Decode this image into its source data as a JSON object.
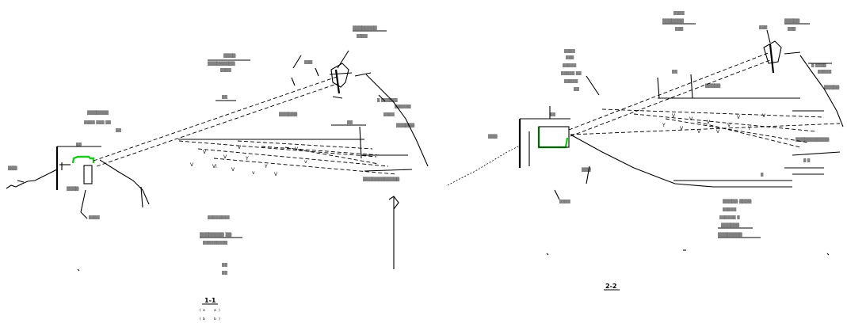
{
  "section_1": {
    "title": "1-1",
    "callouts": {
      "top_right_a": "▒▒▒▒▒▒▒▒",
      "top_right_b": "▒▒▒▒",
      "top_mid_a": "▒▒▒▒",
      "top_mid_b": "▒▒▒▒▒▒▒▒▒",
      "top_mid_c": "▒▒▒▒",
      "left_a": "▒▒▒▒▒▒▒",
      "left_b": "▒▒▒▒ ▒▒▒ ▒▒",
      "left_c": "▒▒",
      "mid_layer": "▒▒▒▒▒▒",
      "right_a": "▒ ▒▒▒▒▒▒",
      "right_b": "▒▒▒▒▒▒",
      "right_c": "▒▒▒▒",
      "right_d": "▒▒▒▒▒▒",
      "right_e": "▒▒▒▒▒▒▒▒▒▒▒▒",
      "far_left": "▒▒▒",
      "bottom_left_a": "▒▒▒▒",
      "bottom_left_b": "▒▒▒▒",
      "bottom_center_a": "▒▒▒▒▒▒▒▒",
      "bottom_center_b": "▒▒▒▒▒▒▒▒ ▒▒",
      "bottom_center_c": "▒▒▒▒▒▒▒▒▒",
      "bottom_center_d": "▒▒",
      "bottom_center_e": "▒▒",
      "dim_a": "▒▒",
      "dim_b": "▒▒",
      "dim_c": "▒▒▒",
      "dim_d": "▒▒"
    },
    "legend": [
      "a",
      "a",
      "b",
      "b"
    ]
  },
  "section_2": {
    "title": "2-2",
    "callouts": {
      "top_a": "▒▒▒▒",
      "top_b": "▒▒▒▒▒▒▒",
      "top_c": "▒▒▒",
      "top_d": "▒▒▒",
      "top_e": "▒▒▒▒▒",
      "top_f": "▒▒▒",
      "left_a": "▒▒▒▒",
      "left_b": "▒▒▒",
      "left_c": "▒▒▒▒▒",
      "left_d": "▒▒▒▒▒ ▒▒",
      "left_e": "▒▒▒▒▒",
      "left_f": "▒▒",
      "mid": "▒▒▒▒▒",
      "far_left": "▒▒▒",
      "right_a": "▒ ▒▒▒▒",
      "right_b": "▒▒▒▒▒",
      "right_c": "▒▒▒▒▒",
      "right_d": "▒▒▒▒▒▒▒▒▒▒▒",
      "lower_left_a": "▒▒▒",
      "lower_left_b": "▒▒▒▒",
      "bottom_a": "▒▒▒▒▒ ▒▒▒▒",
      "bottom_b": "▒▒▒▒▒",
      "bottom_c": "▒▒▒▒▒▒ ▒",
      "bottom_d": "▒▒▒▒▒▒",
      "bottom_e": "▒▒▒▒▒▒▒▒",
      "dim_a": "▒▒",
      "dim_b": "▒▒",
      "dim_c": "▒ ▒",
      "dim_d": "▒"
    }
  }
}
